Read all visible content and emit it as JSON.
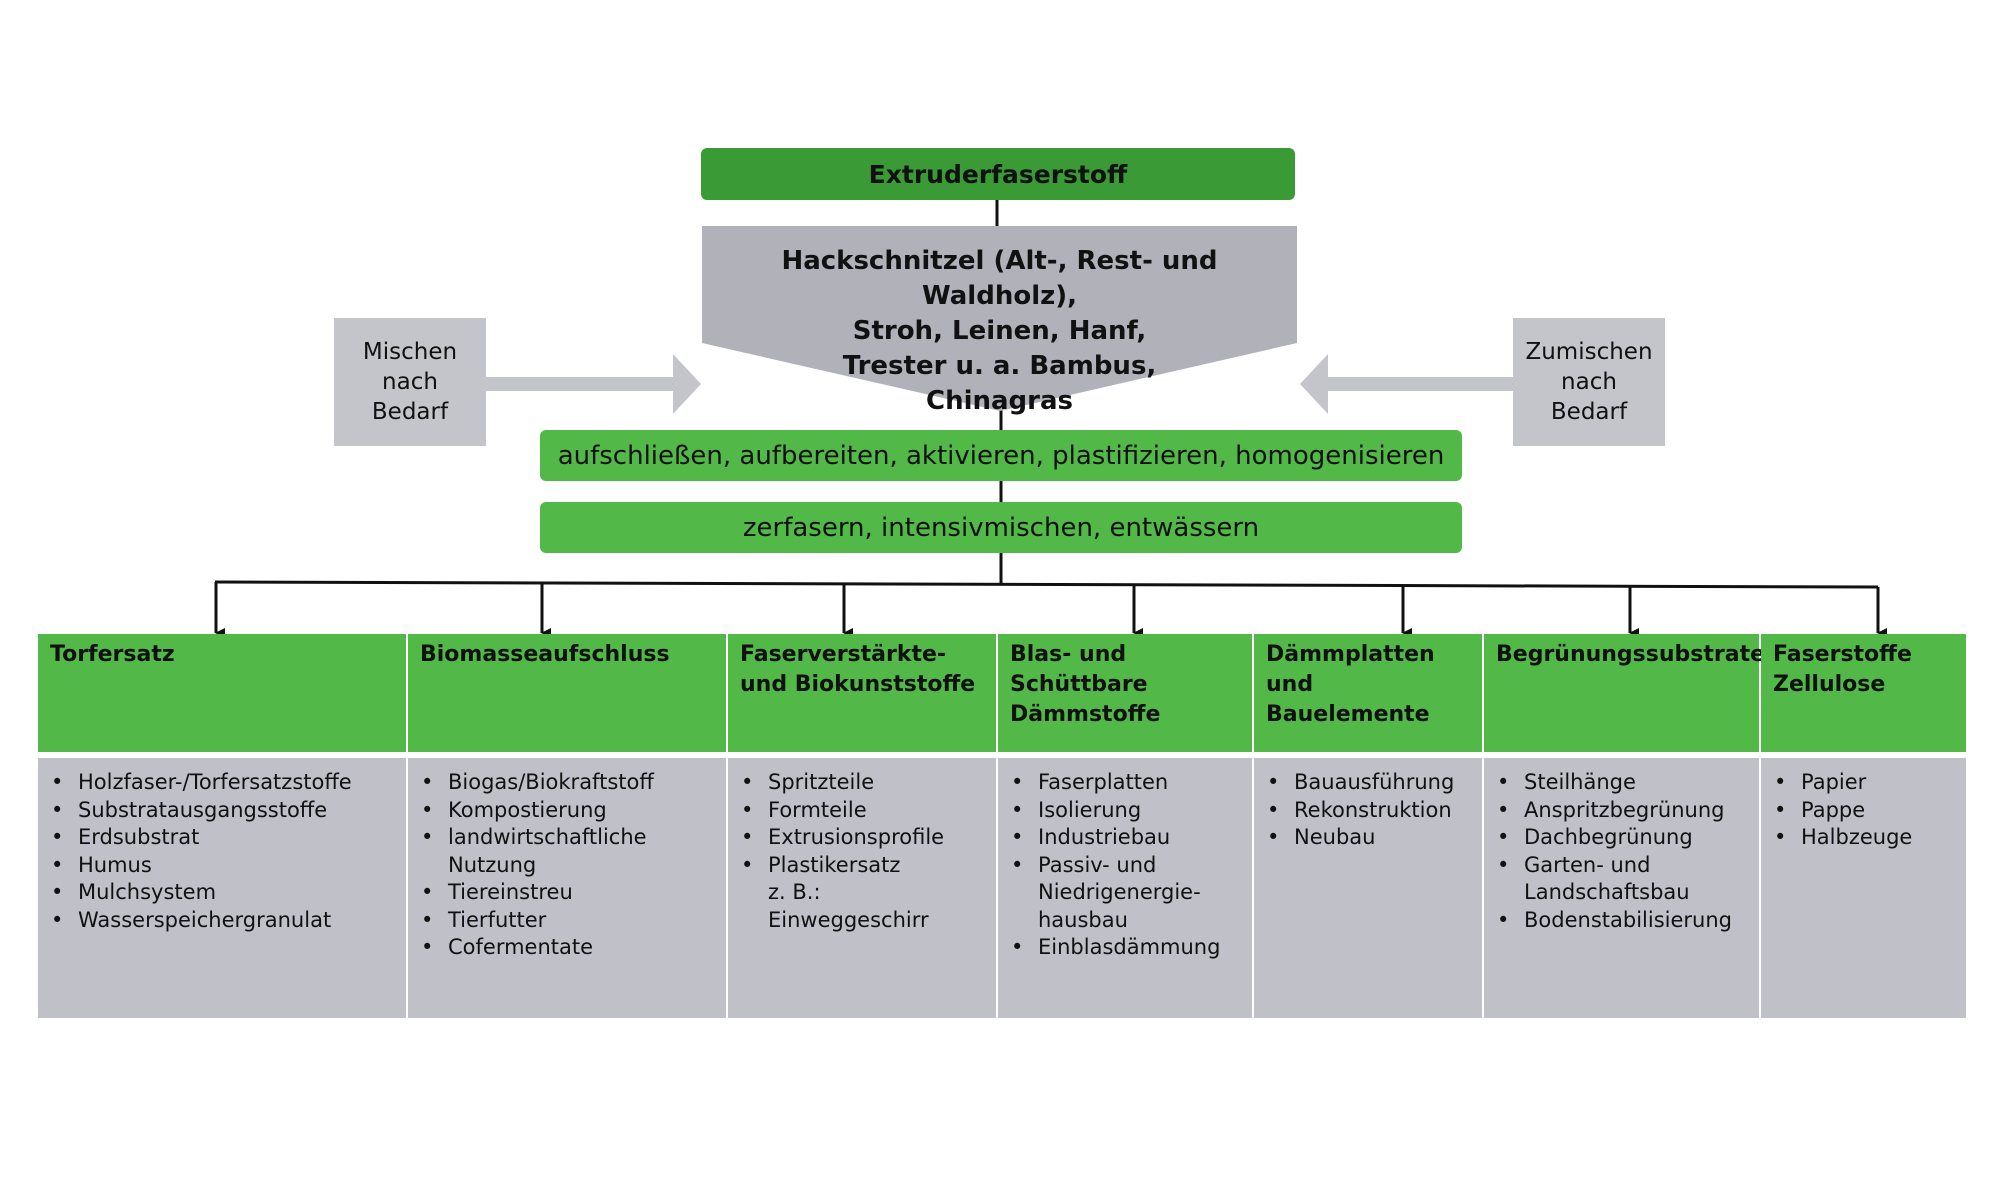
{
  "title": "Extruderfaserstoff",
  "raw_materials": {
    "lines": [
      "Hackschnitzel (Alt-, Rest- und Waldholz),",
      "Stroh, Leinen, Hanf,",
      "Trester u. a. Bambus,",
      "Chinagras"
    ]
  },
  "left_input": "Mischen\nnach\nBedarf",
  "right_input": "Zumischen\nnach\nBedarf",
  "step1": "aufschließen, aufbereiten, aktivieren, plastifizieren, homogenisieren",
  "step2": "zerfasern, intensivmischen, entwässern",
  "colors": {
    "dark_green": "#3a9a35",
    "green": "#52b848",
    "gray": "#bfc0c8",
    "arrow_gray": "#c4c5cb"
  },
  "columns": [
    {
      "heading": "Torfersatz",
      "items": [
        "Holzfaser-/Torfersatzstoffe",
        "Substratausgangsstoffe",
        "Erdsubstrat",
        "Humus",
        "Mulchsystem",
        "Wasserspeichergranulat"
      ]
    },
    {
      "heading": "Biomasseaufschluss",
      "items": [
        "Biogas/Biokraftstoff",
        "Kompostierung",
        "landwirtschaftliche\nNutzung",
        "Tiereinstreu",
        "Tierfutter",
        "Cofermentate"
      ]
    },
    {
      "heading": "Faserverstärkte-\nund Biokunststoffe",
      "items": [
        "Spritzteile",
        "Formteile",
        "Extrusionsprofile",
        "Plastikersatz\nz. B.: Einweggeschirr"
      ]
    },
    {
      "heading": "Blas- und\nSchüttbare\nDämmstoffe",
      "items": [
        "Faserplatten",
        "Isolierung",
        "Industriebau",
        "Passiv- und\nNiedrigenergie-\nhausbau",
        "Einblasdämmung"
      ]
    },
    {
      "heading": "Dämmplatten\nund Bauelemente",
      "items": [
        "Bauausführung",
        "Rekonstruktion",
        "Neubau"
      ]
    },
    {
      "heading": "Begrünungssubstrate",
      "items": [
        "Steilhänge",
        "Anspritzbegrünung",
        "Dachbegrünung",
        "Garten- und\nLandschaftsbau",
        "Bodenstabilisierung"
      ]
    },
    {
      "heading": "Faserstoffe\nZellulose",
      "items": [
        "Papier",
        "Pappe",
        "Halbzeuge"
      ]
    }
  ]
}
